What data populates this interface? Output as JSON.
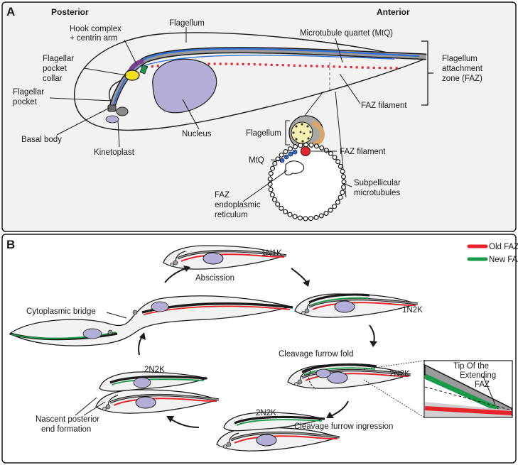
{
  "panel_a": {
    "letter": "A",
    "posterior": "Posterior",
    "anterior": "Anterior",
    "labels": {
      "hook_1": "Hook complex",
      "hook_2": "+ centrin arm",
      "flagellum": "Flagellum",
      "mtq": "Microtubule quartet (MtQ)",
      "faz_zone_1": "Flagellum",
      "faz_zone_2": "attachment",
      "faz_zone_3": "zone (FAZ)",
      "collar_1": "Flagellar",
      "collar_2": "pocket",
      "collar_3": "collar",
      "pocket_1": "Flagellar",
      "pocket_2": "pocket",
      "faz_filament": "FAZ filament",
      "basal_body": "Basal body",
      "kinetoplast": "Kinetoplast",
      "nucleus": "Nucleus",
      "inset_flagellum": "Flagellum",
      "inset_faz_filament": "FAZ filament",
      "inset_mtq": "MtQ",
      "subpellicular_1": "Subpellicular",
      "subpellicular_2": "microtubules",
      "er_1": "FAZ",
      "er_2": "endoplasmic",
      "er_3": "reticulum"
    }
  },
  "panel_b": {
    "letter": "B",
    "legend": [
      {
        "label": "Old FAZ",
        "color": "#e8232a"
      },
      {
        "label": "New FAZ",
        "color": "#1a9a4a"
      }
    ],
    "stages": {
      "s1": "1N1K",
      "s2": "1N2K",
      "fold": "Cleavage furrow fold",
      "s3": "2N2K",
      "tip_1": "Tip Of the",
      "tip_2": "Extending",
      "tip_3": "FAZ",
      "ingression": "Cleavage furrow ingression",
      "s4": "2N2K",
      "s5": "2N2K",
      "nascent_1": "Nascent posterior",
      "nascent_2": "end formation",
      "bridge": "Cytoplasmic bridge",
      "abscission": "Abscission"
    }
  },
  "colors": {
    "cell_fill": "#f2f2f2",
    "outline": "#1a1a1a",
    "flagellum_blue": "#2f6fd6",
    "flagellum_grey": "#9a9a9a",
    "old_faz": "#e8232a",
    "new_faz": "#1a9a4a",
    "nucleus": "#b3aed6",
    "collar_yellow": "#f4e11c",
    "hook_purple": "#7a3c8c",
    "axoneme": "#f4f0b0"
  }
}
